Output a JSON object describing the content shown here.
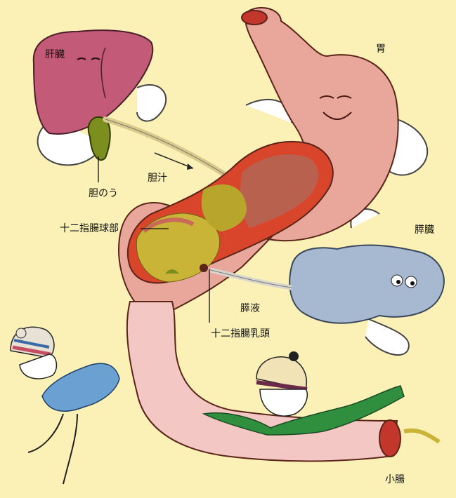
{
  "labels": {
    "liver": "肝臓",
    "gallbladder": "胆のう",
    "bile": "胆汁",
    "stomach": "胃",
    "duodenal_bulb": "十二指腸球部",
    "pancreas": "膵臓",
    "pancreatic_juice": "膵液",
    "papilla": "十二指腸乳頭",
    "small_intestine": "小腸"
  },
  "colors": {
    "background": "#fbf1b6",
    "stomach": "#e9a79c",
    "stomach_wall": "#d9452b",
    "liver": "#c25a78",
    "gallbladder": "#7c8f1e",
    "contents": "#c9b437",
    "pancreas": "#a7b9d0",
    "intestine": "#f3c7c4"
  }
}
